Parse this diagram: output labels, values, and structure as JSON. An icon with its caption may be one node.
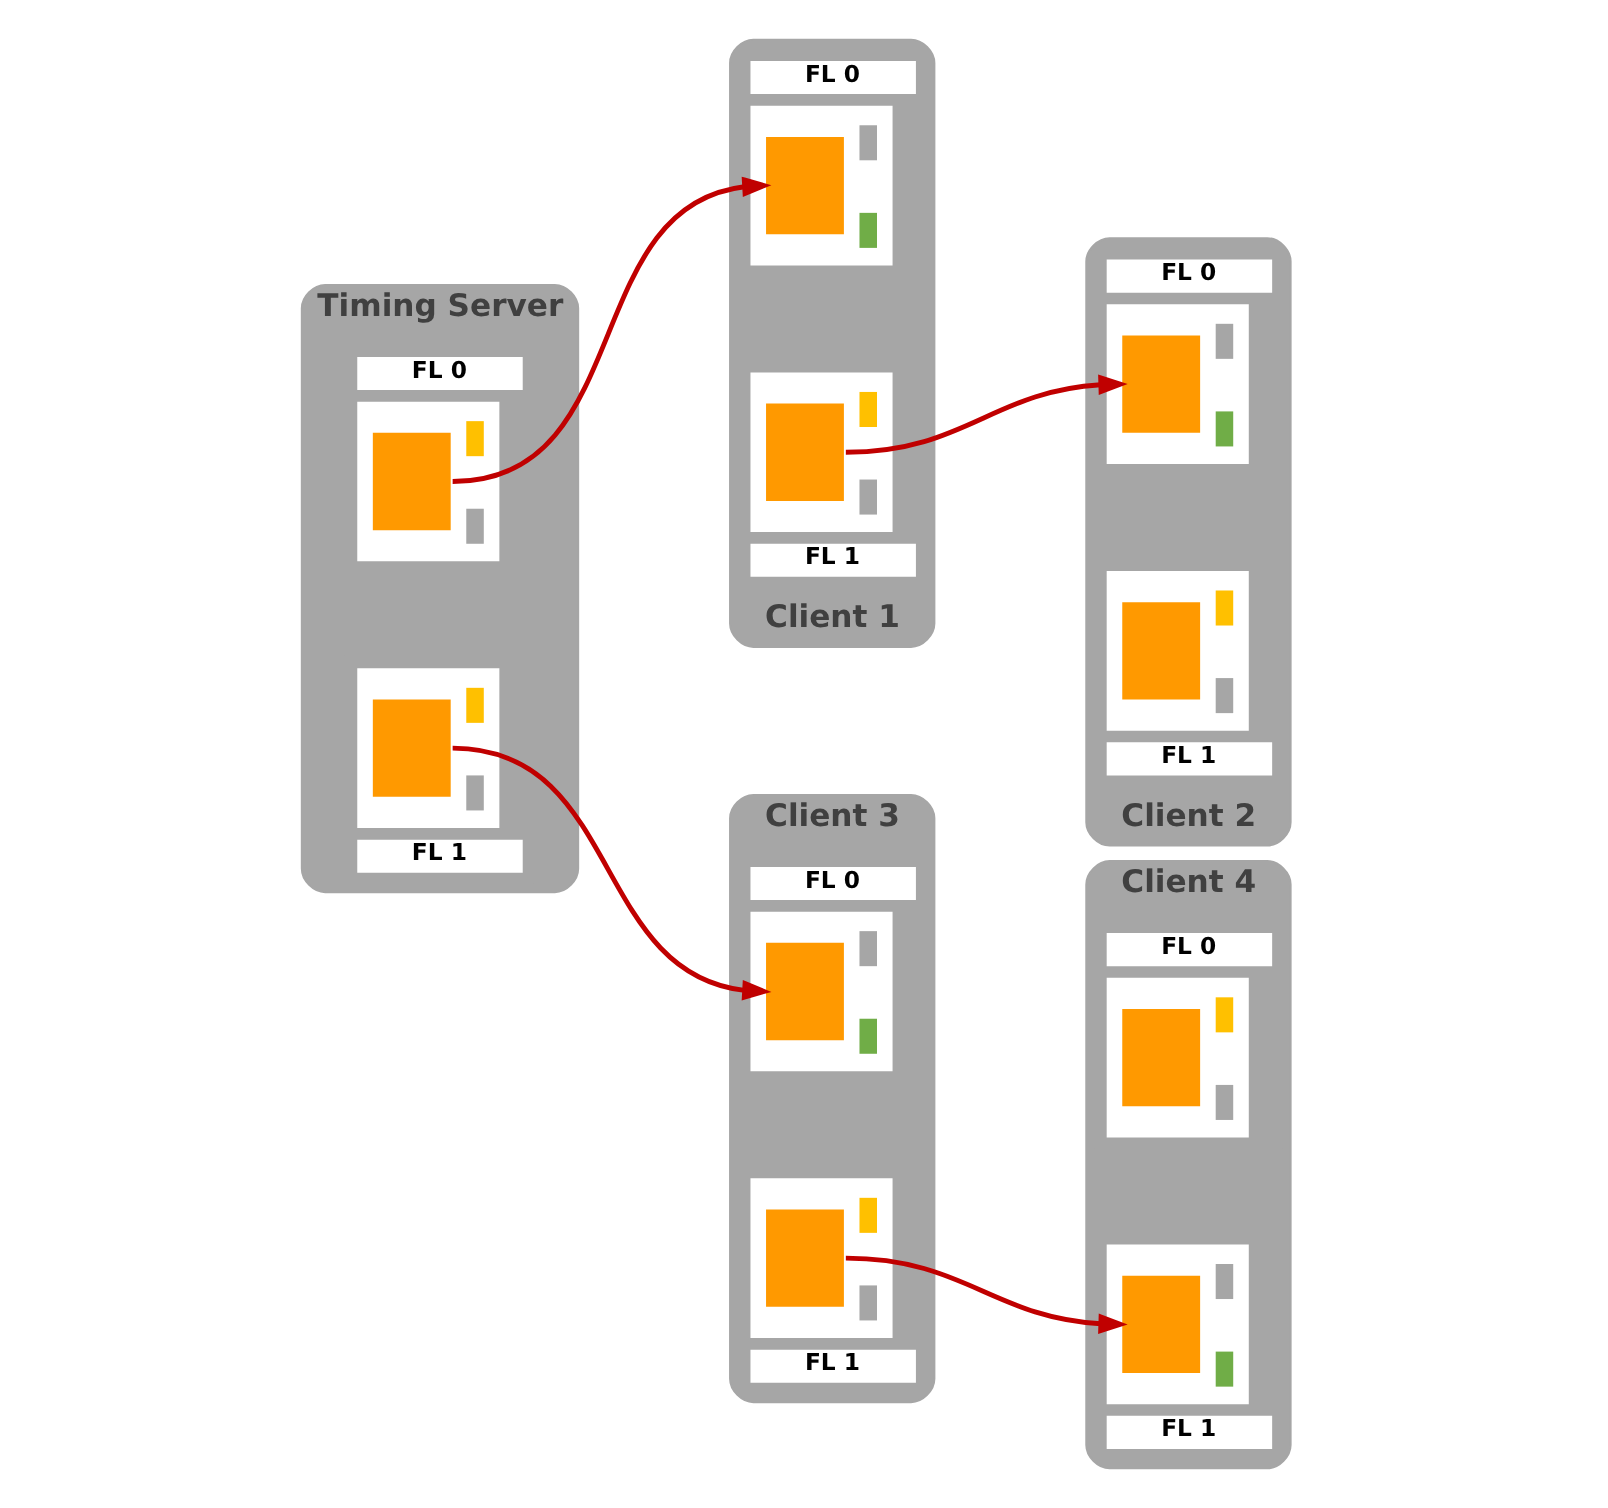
{
  "diagram": {
    "nodes": [
      {
        "text": [
          "Timing Server"
        ]
      },
      {
        "text": [
          "FL 0"
        ],
        "in": 0
      },
      {
        "text": [
          "FL 1"
        ],
        "in": 0
      },
      {
        "text": [
          "Client 1"
        ]
      },
      {
        "text": [
          "FL 0"
        ],
        "in": 3
      },
      {
        "text": [
          "FL 1"
        ],
        "in": 3
      },
      {
        "text": [
          "Client 2"
        ]
      },
      {
        "text": [
          "FL 0"
        ],
        "in": 6
      },
      {
        "text": [
          "FL 1"
        ],
        "in": 6
      },
      {
        "text": [
          "Client 3"
        ]
      },
      {
        "text": [
          "FL 0"
        ],
        "in": 9
      },
      {
        "text": [
          "FL 1"
        ],
        "in": 9
      },
      {
        "text": [
          "Client 4"
        ]
      },
      {
        "text": [
          "FL 0"
        ],
        "in": 12
      },
      {
        "text": [
          "FL 1"
        ],
        "in": 12
      }
    ],
    "edges": [
      {
        "from": 1,
        "to": 4,
        "arrow": "to"
      },
      {
        "from": 5,
        "to": 7,
        "arrow": "to"
      },
      {
        "from": 2,
        "to": 10,
        "arrow": "to"
      },
      {
        "from": 11,
        "to": 14,
        "arrow": "to"
      }
    ]
  }
}
